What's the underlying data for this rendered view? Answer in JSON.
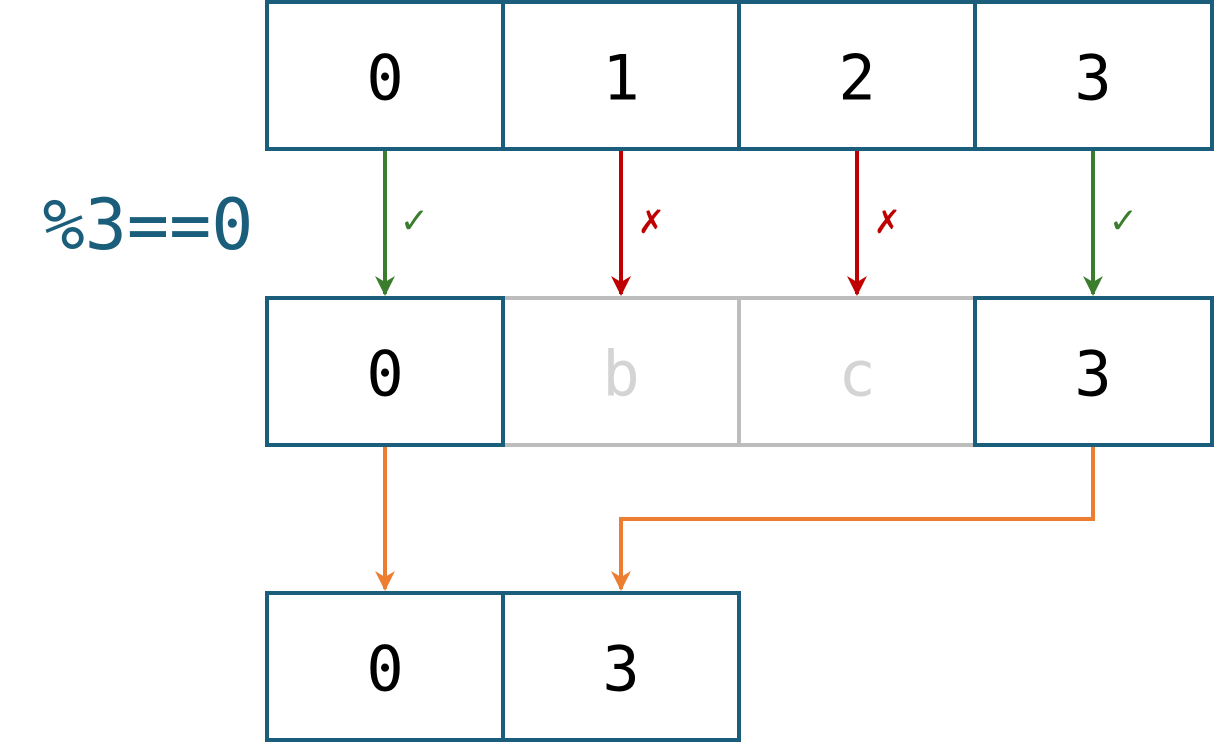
{
  "colors": {
    "box_border": "#1b5e7b",
    "filtered_border": "#bdbdbd",
    "filtered_text": "#d4d4d4",
    "text": "#000000",
    "condition": "#1b5e7b",
    "pass": "#3a7d2c",
    "fail": "#c00000",
    "collect": "#ed7d31"
  },
  "condition_label": "%3==0",
  "input_row": [
    "0",
    "1",
    "2",
    "3"
  ],
  "checks": [
    {
      "mark": "✓",
      "passed": true
    },
    {
      "mark": "✗",
      "passed": false
    },
    {
      "mark": "✗",
      "passed": false
    },
    {
      "mark": "✓",
      "passed": true
    }
  ],
  "filter_row": [
    {
      "label": "0",
      "kept": true
    },
    {
      "label": "b",
      "kept": false
    },
    {
      "label": "c",
      "kept": false
    },
    {
      "label": "3",
      "kept": true
    }
  ],
  "output_row": [
    "0",
    "3"
  ]
}
